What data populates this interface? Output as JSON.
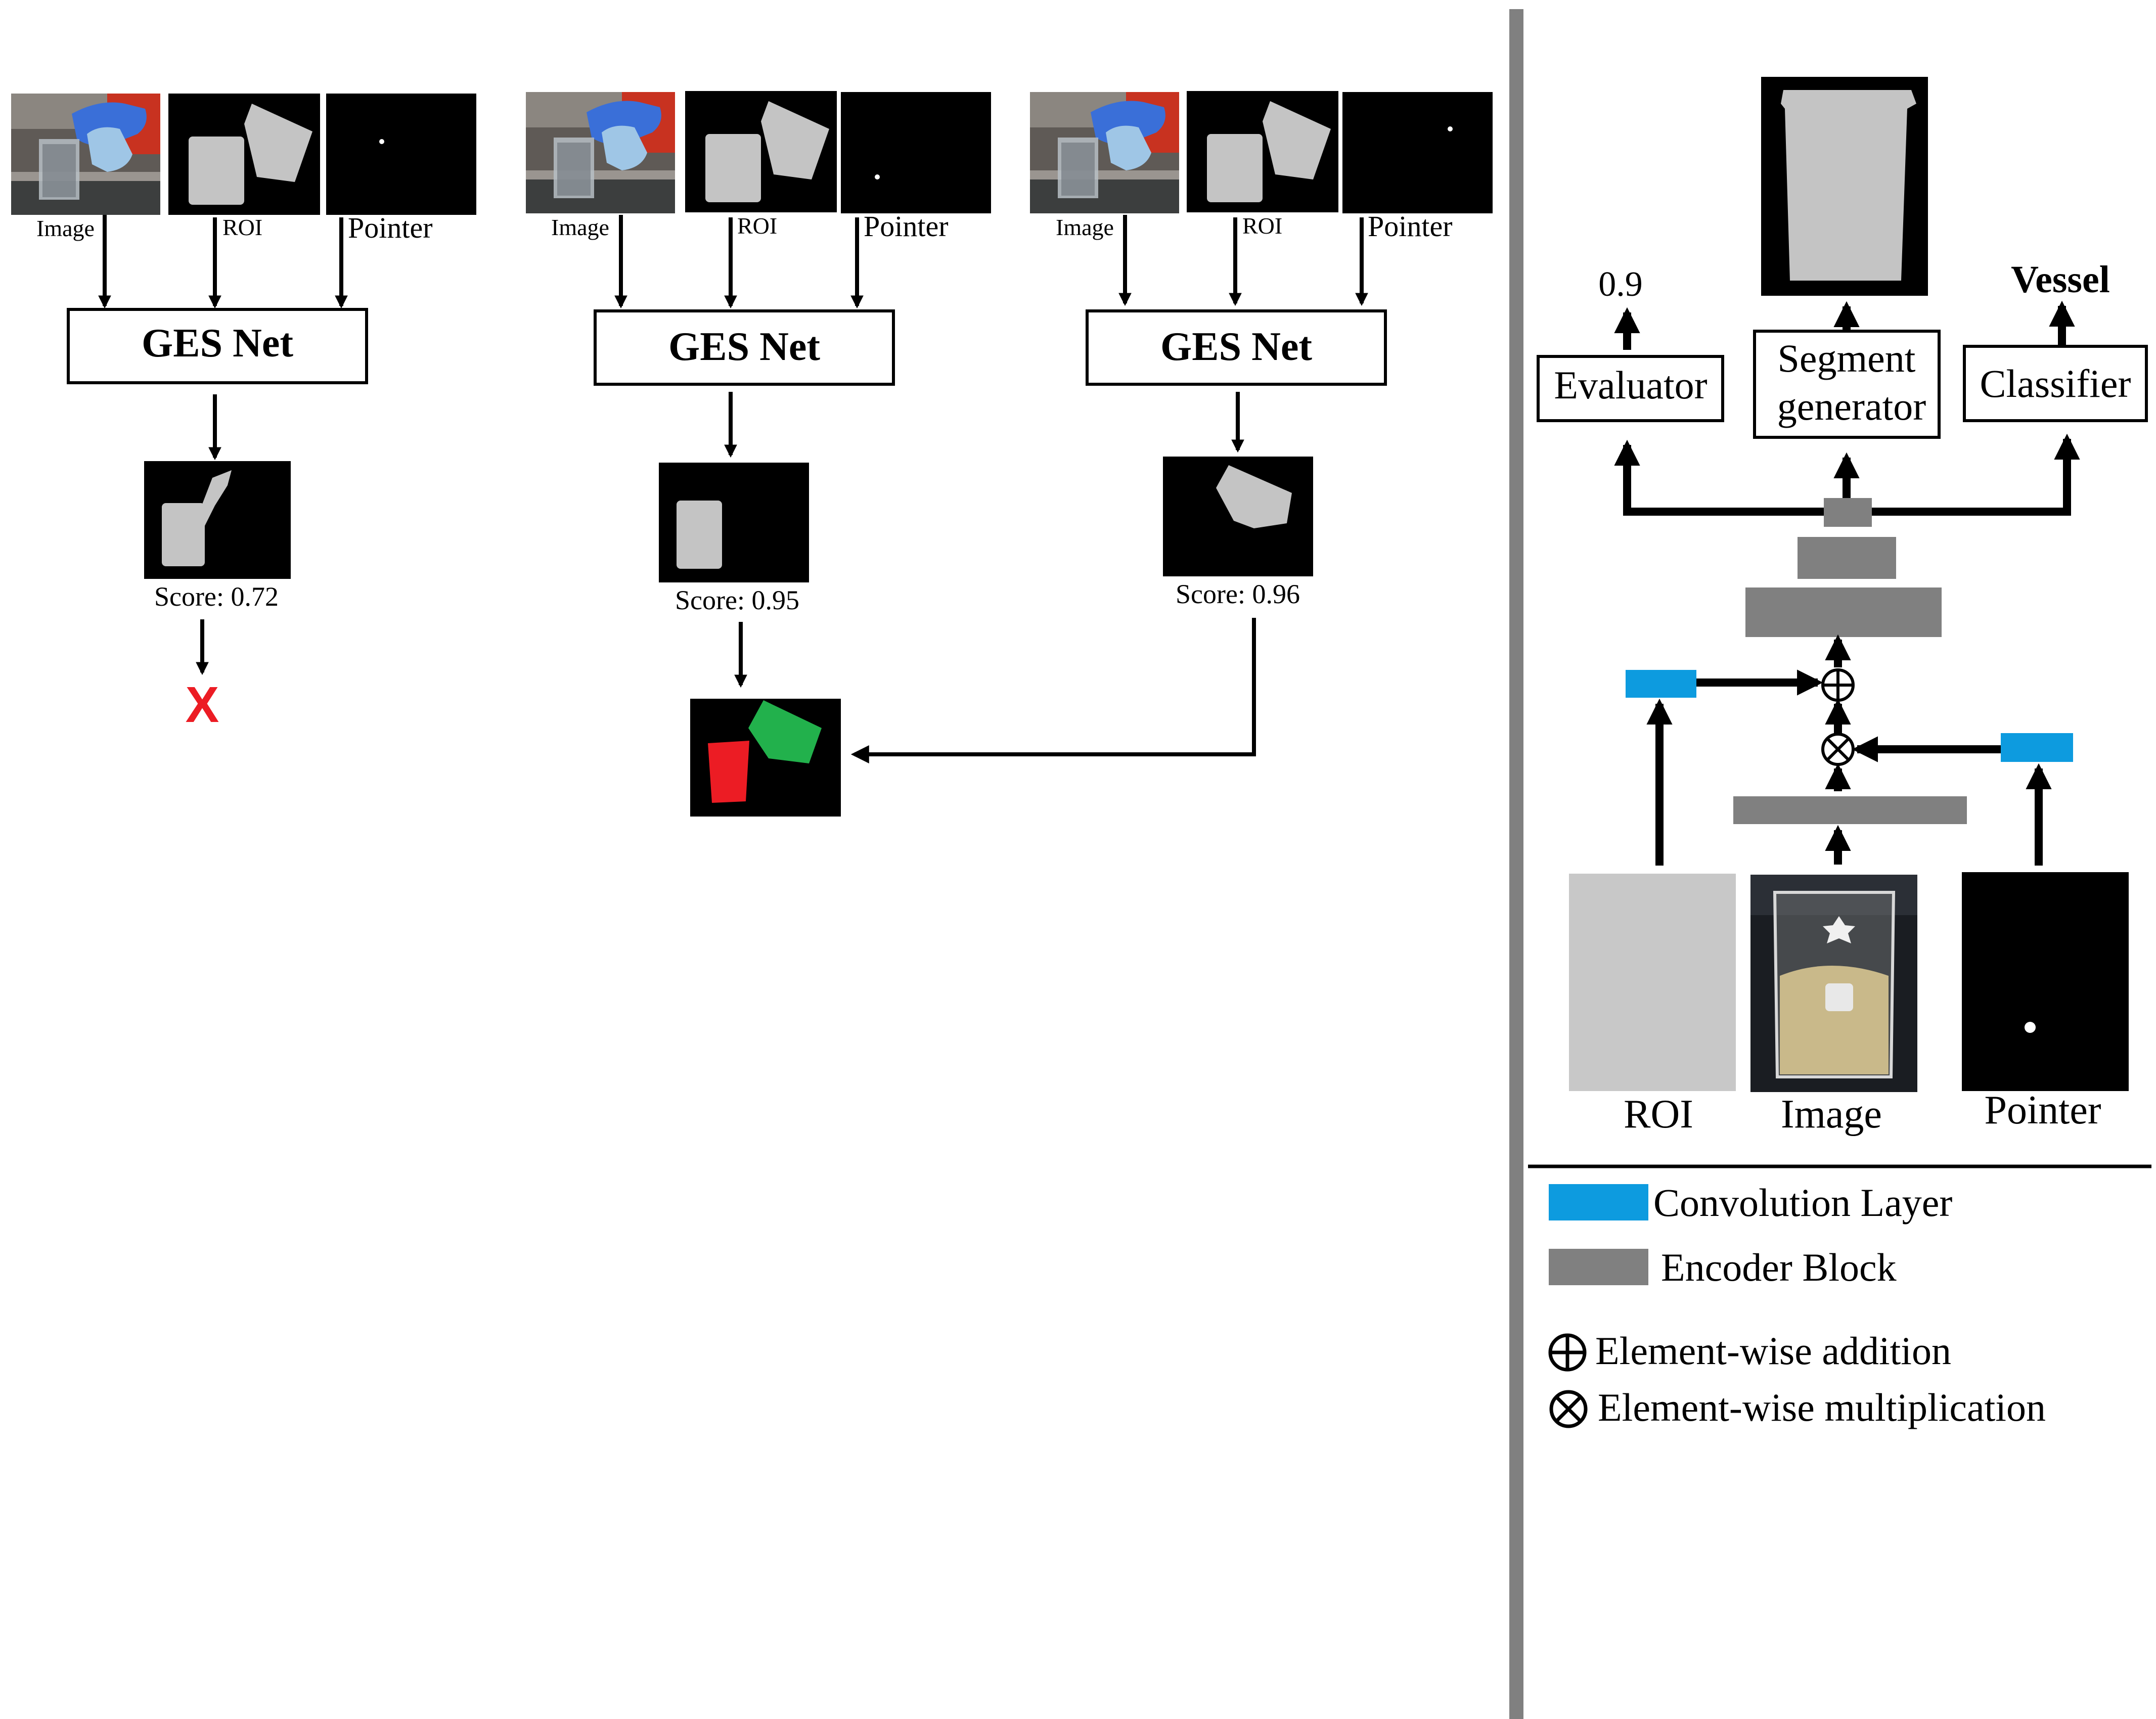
{
  "pipeline": {
    "input_labels": {
      "image": "Image",
      "roi": "ROI",
      "pointer": "Pointer"
    },
    "net_label": "GES Net",
    "branches": [
      {
        "score": "Score: 0.72"
      },
      {
        "score": "Score: 0.95"
      },
      {
        "score": "Score: 0.96"
      }
    ],
    "reject_mark": "X"
  },
  "architecture": {
    "outputs": {
      "evaluator_value": "0.9",
      "classifier_value": "Vessel"
    },
    "modules": {
      "evaluator": "Evaluator",
      "segment_generator_line1": "Segment",
      "segment_generator_line2": "generator",
      "classifier": "Classifier"
    },
    "operators": {
      "add": "⊕",
      "multiply": "⊗"
    },
    "input_labels": {
      "roi": "ROI",
      "image": "Image",
      "pointer": "Pointer"
    }
  },
  "legend": {
    "items": [
      {
        "label": "Convolution Layer",
        "color": "#0d9bdf"
      },
      {
        "label": "Encoder Block",
        "color": "#808080"
      },
      {
        "label": "Element-wise addition",
        "symbol": "⊕"
      },
      {
        "label": "Element-wise multiplication",
        "symbol": "⊗"
      }
    ]
  },
  "colors": {
    "conv_layer": "#0d9bdf",
    "encoder_block": "#808080",
    "roi_fill": "#c8c8c8",
    "mask_gray": "#c4c4c4",
    "seg_red": "#ec1c24",
    "seg_green": "#22b14c",
    "reject_red": "#ec1c24",
    "divider": "#808080"
  }
}
